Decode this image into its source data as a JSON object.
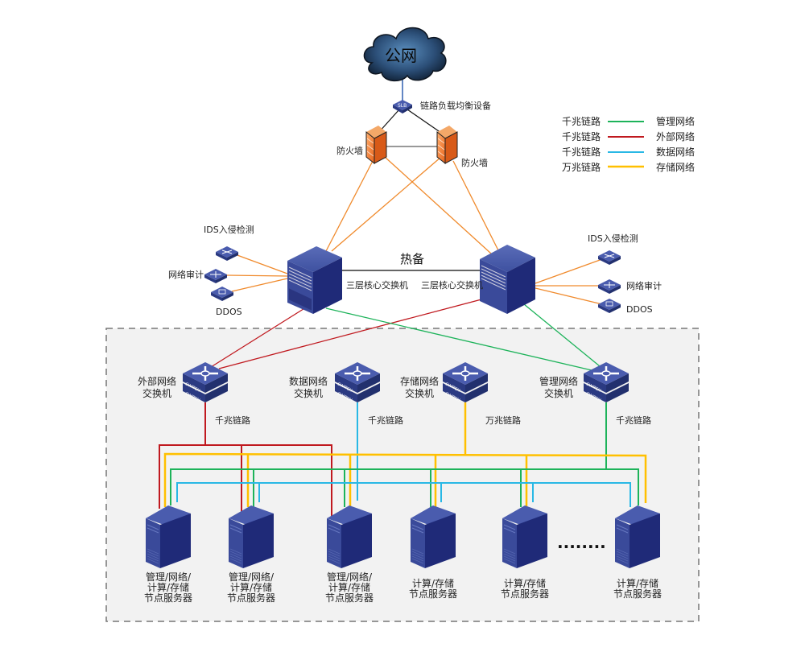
{
  "colors": {
    "management": "#1db35a",
    "external": "#c0191f",
    "data": "#29b8e5",
    "storage": "#ffc000",
    "uplink": "#f08a2c",
    "backbone": "#333333",
    "device_blue": "#2e3f8f",
    "zone_fill": "#f2f2f2",
    "zone_border": "#777777"
  },
  "internet": {
    "label": "公网"
  },
  "load_balancer": {
    "label": "链路负载均衡设备"
  },
  "firewalls": [
    {
      "label": "防火墙"
    },
    {
      "label": "防火墙"
    }
  ],
  "legend": [
    {
      "speed": "千兆链路",
      "network": "管理网络",
      "color_key": "management"
    },
    {
      "speed": "千兆链路",
      "network": "外部网络",
      "color_key": "external"
    },
    {
      "speed": "千兆链路",
      "network": "数据网络",
      "color_key": "data"
    },
    {
      "speed": "万兆链路",
      "network": "存储网络",
      "color_key": "storage"
    }
  ],
  "core": {
    "hot_standby_label": "热备",
    "switches": [
      {
        "label": "三层核心交换机"
      },
      {
        "label": "三层核心交换机"
      }
    ]
  },
  "security_left": [
    {
      "label": "IDS入侵检测"
    },
    {
      "label": "网络审计"
    },
    {
      "label": "DDOS"
    }
  ],
  "security_right": [
    {
      "label": "IDS入侵检测"
    },
    {
      "label": "网络审计"
    },
    {
      "label": "DDOS"
    }
  ],
  "access_switches": [
    {
      "line1": "外部网络",
      "line2": "交换机",
      "link": "千兆链路",
      "badge": "SWITCH"
    },
    {
      "line1": "数据网络",
      "line2": "交换机",
      "link": "千兆链路",
      "badge": "SWITCH"
    },
    {
      "line1": "存储网络",
      "line2": "交换机",
      "link": "万兆链路",
      "badge": "SWITCH"
    },
    {
      "line1": "管理网络",
      "line2": "交换机",
      "link": "千兆链路",
      "badge": "SWITCH"
    }
  ],
  "servers": [
    {
      "lines": [
        "管理/网络/",
        "计算/存储",
        "节点服务器"
      ]
    },
    {
      "lines": [
        "管理/网络/",
        "计算/存储",
        "节点服务器"
      ]
    },
    {
      "lines": [
        "管理/网络/",
        "计算/存储",
        "节点服务器"
      ]
    },
    {
      "lines": [
        "计算/存储",
        "节点服务器"
      ]
    },
    {
      "lines": [
        "计算/存储",
        "节点服务器"
      ]
    },
    {
      "lines": [
        "计算/存储",
        "节点服务器"
      ]
    }
  ],
  "ellipsis": "........"
}
